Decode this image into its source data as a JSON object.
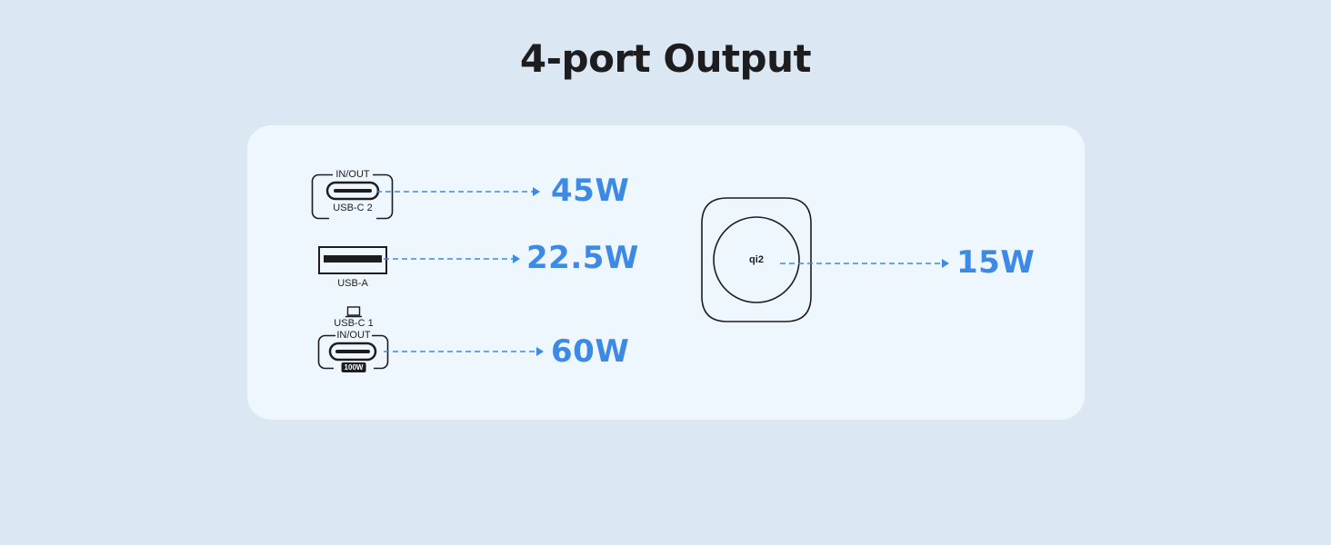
{
  "title": "4-port Output",
  "ports": {
    "usbc2": {
      "top_label": "IN/OUT",
      "bottom_label": "USB-C 2",
      "watt": "45W"
    },
    "usba": {
      "bottom_label": "USB-A",
      "watt": "22.5W"
    },
    "usbc1": {
      "name_label": "USB-C 1",
      "top_label": "IN/OUT",
      "badge": "100W",
      "watt": "60W"
    },
    "wireless": {
      "logo_text": "qi2",
      "watt": "15W"
    }
  },
  "colors": {
    "accent": "#3d8ae6",
    "background": "#dbe7f2",
    "card": "#eef6fe",
    "ink": "#1d1d1f"
  }
}
